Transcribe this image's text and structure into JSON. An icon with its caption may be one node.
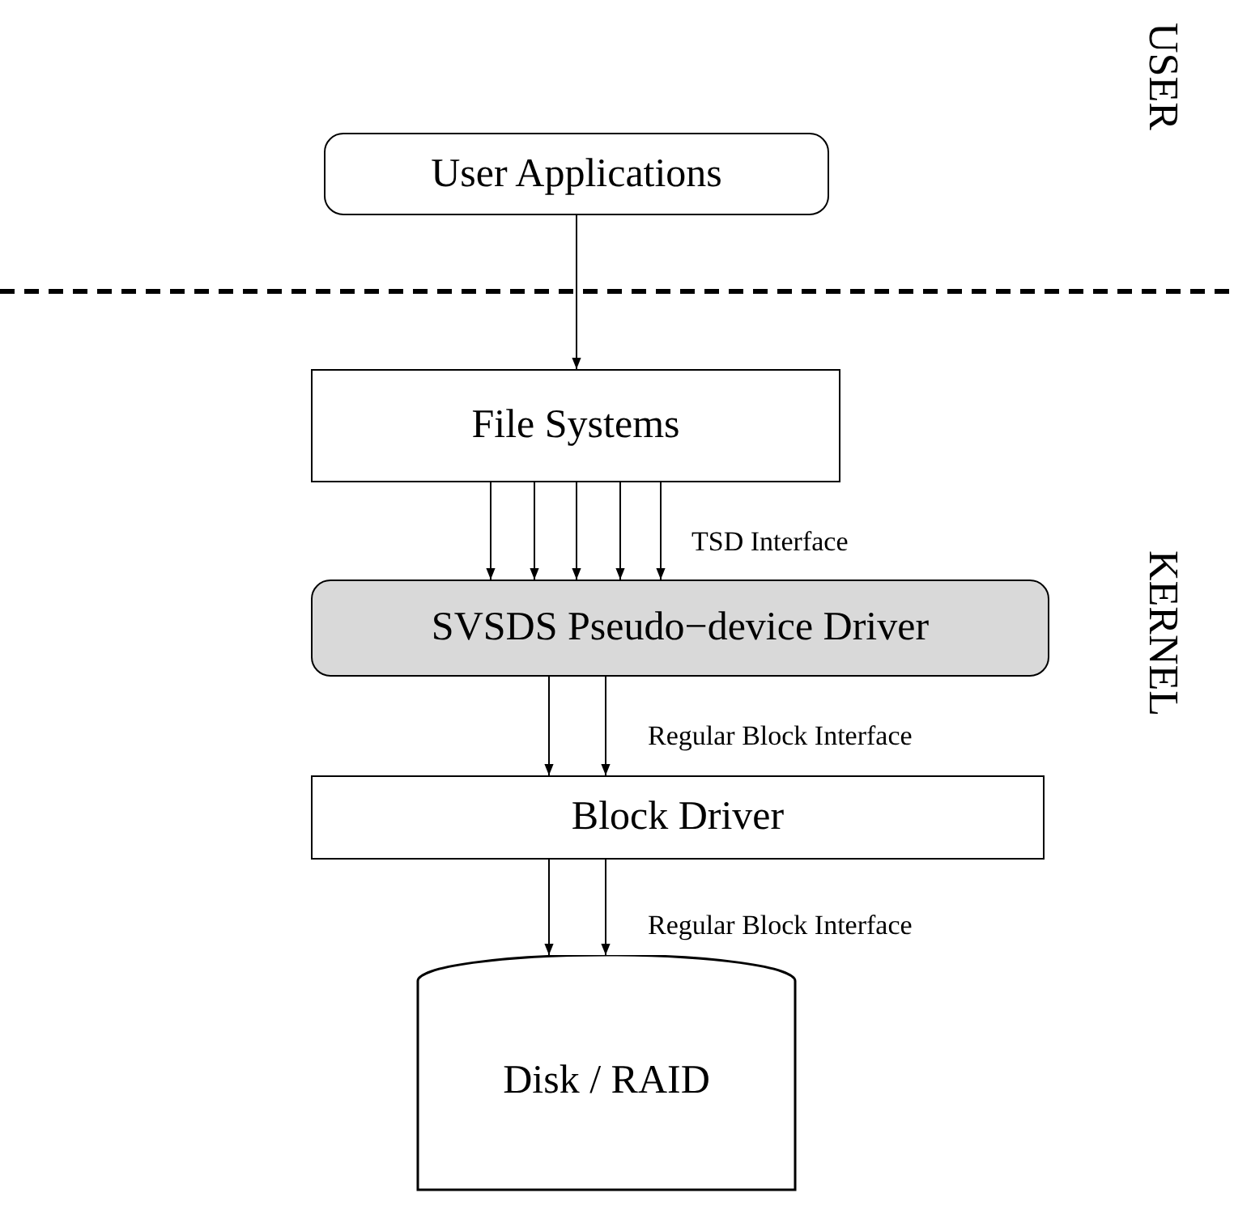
{
  "diagram": {
    "nodes": [
      {
        "text": [
          "User Applications"
        ]
      },
      {
        "text": [
          "File Systems"
        ]
      },
      {
        "text": [
          "SVSDS Pseudo−device Driver"
        ]
      },
      {
        "text": [
          "Block Driver"
        ]
      },
      {
        "text": [
          "Disk / RAID"
        ]
      }
    ],
    "edges": [
      {
        "from": 0,
        "to": 1,
        "arrow": "to"
      },
      {
        "from": 1,
        "to": 2,
        "arrow": "to"
      },
      {
        "from": 1,
        "to": 2,
        "arrow": "to"
      },
      {
        "from": 1,
        "to": 2,
        "arrow": "to"
      },
      {
        "from": 1,
        "to": 2,
        "arrow": "to"
      },
      {
        "from": 1,
        "to": 2,
        "arrow": "to",
        "label": "TSD Interface"
      },
      {
        "from": 2,
        "to": 3,
        "arrow": "to"
      },
      {
        "from": 2,
        "to": 3,
        "arrow": "to",
        "label": "Regular Block Interface"
      },
      {
        "from": 3,
        "to": 4,
        "arrow": "to"
      },
      {
        "from": 3,
        "to": 4,
        "arrow": "to",
        "label": "Regular Block Interface"
      }
    ],
    "labels": [
      "USER",
      "KERNEL"
    ]
  }
}
